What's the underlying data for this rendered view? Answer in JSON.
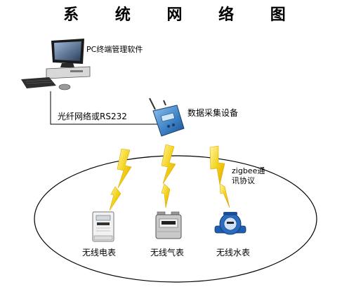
{
  "title": "系 统 网 络 图",
  "pc": {
    "label": "PC终端管理软件",
    "icon": "desktop-computer-icon"
  },
  "link": {
    "label": "光纤网络或RS232"
  },
  "collector": {
    "label": "数据采集设备",
    "icon": "data-collector-device-icon"
  },
  "protocol": {
    "line1": "zigbee通",
    "line2": "讯协议"
  },
  "meters": [
    {
      "label": "无线电表",
      "icon": "electric-meter-icon"
    },
    {
      "label": "无线气表",
      "icon": "gas-meter-icon"
    },
    {
      "label": "无线水表",
      "icon": "water-meter-icon"
    }
  ],
  "colors": {
    "signal_bolt": "#f2d21a",
    "signal_bolt_edge": "#e0a800",
    "device_blue": "#3a7fc4",
    "water_meter_blue": "#1f5fb0"
  }
}
